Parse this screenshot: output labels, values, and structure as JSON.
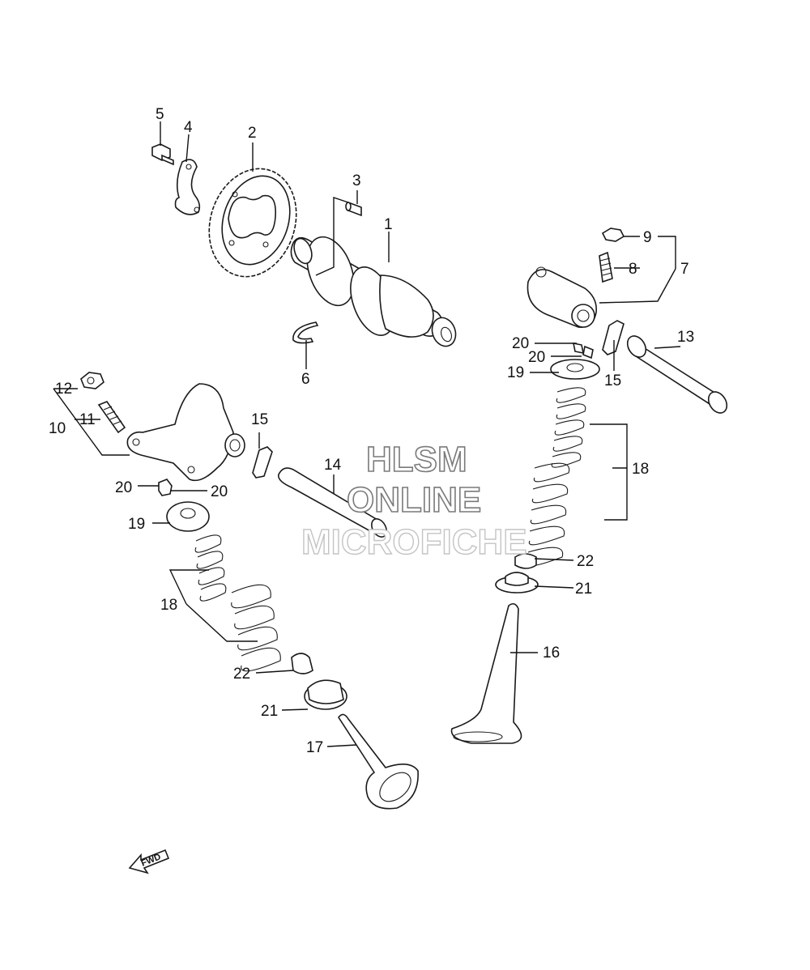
{
  "watermark": {
    "line1": "HLSM",
    "line2": "ONLINE",
    "line3": "MICROFICHE"
  },
  "direction_arrow": {
    "text": "FWD"
  },
  "callouts": {
    "c1": "1",
    "c2": "2",
    "c3": "3",
    "c4": "4",
    "c5": "5",
    "c6": "6",
    "c7": "7",
    "c8": "8",
    "c9": "9",
    "c10": "10",
    "c11": "11",
    "c12": "12",
    "c13": "13",
    "c14": "14",
    "c15a": "15",
    "c15b": "15",
    "c16": "16",
    "c17": "17",
    "c18a": "18",
    "c18b": "18",
    "c19a": "19",
    "c19b": "19",
    "c20a": "20",
    "c20b": "20",
    "c20c": "20",
    "c20d": "20",
    "c21a": "21",
    "c21b": "21",
    "c22a": "22",
    "c22b": "22"
  },
  "colors": {
    "line": "#111111",
    "watermark_dark": "#7a7a7a",
    "watermark_light": "#c4c4c4"
  }
}
